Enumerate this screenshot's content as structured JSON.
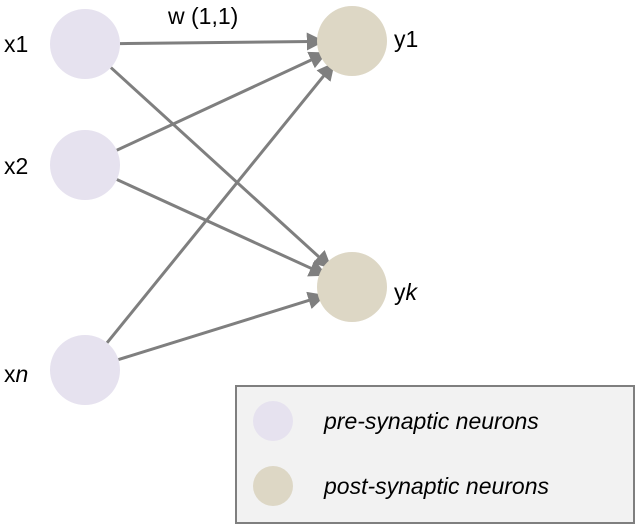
{
  "colors": {
    "pre_neuron": "#e6e2ef",
    "post_neuron": "#ddd7c5",
    "connection": "#7f7f7f",
    "legend_border": "#7f7f7f",
    "legend_background": "#f2f2f2"
  },
  "pre_neurons": [
    {
      "label_base": "x",
      "label_index": "1",
      "index_italic": false
    },
    {
      "label_base": "x",
      "label_index": "2",
      "index_italic": false
    },
    {
      "label_base": "x",
      "label_index": "n",
      "index_italic": true
    }
  ],
  "post_neurons": [
    {
      "label_base": "y",
      "label_index": "1",
      "index_italic": false
    },
    {
      "label_base": "y",
      "label_index": "k",
      "index_italic": true
    }
  ],
  "weight_label": "w (1,1)",
  "legend": {
    "pre_label": "pre-synaptic neurons",
    "post_label": "post-synaptic neurons"
  }
}
